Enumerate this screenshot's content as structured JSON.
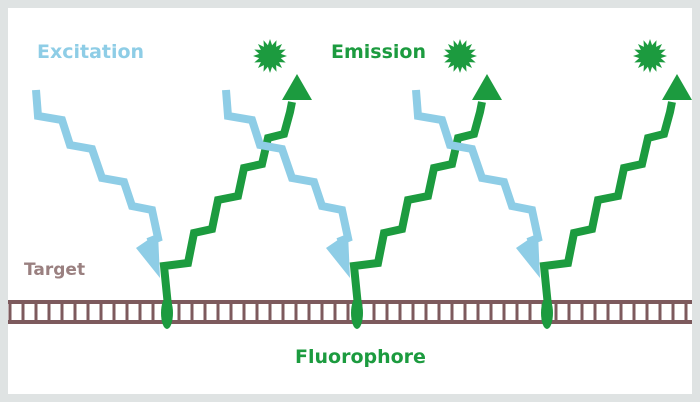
{
  "labels": {
    "excitation": "Excitation",
    "emission": "Emission",
    "target": "Target",
    "fluorophore": "Fluorophore"
  },
  "colors": {
    "excitation": "#8ecde6",
    "emission": "#1c9b3f",
    "target": "#9a8080",
    "strand": "#7d5a5d",
    "page_border": "#dfe3e3"
  },
  "icons": [
    "emission-burst-icon",
    "excitation-arrow-icon",
    "emission-arrow-icon",
    "fluorophore-anchor-icon"
  ],
  "units": 3
}
